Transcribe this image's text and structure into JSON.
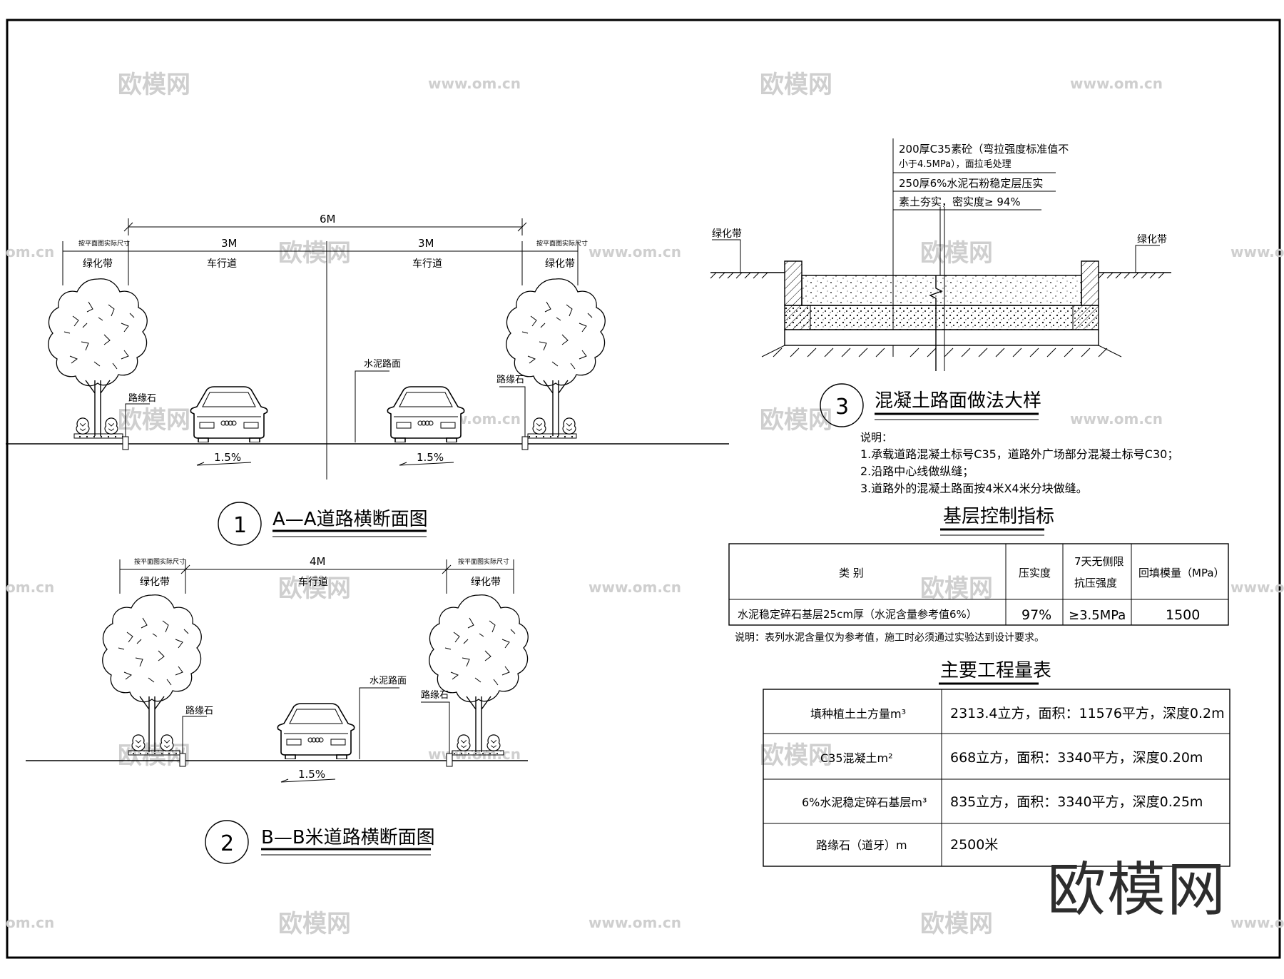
{
  "watermark": {
    "brand": "欧模网",
    "url": "www.om.cn",
    "tld": "om.cn"
  },
  "section1": {
    "number": "1",
    "title": "A—A道路横断面图",
    "total_width": "6M",
    "lane_width_left": "3M",
    "lane_width_right": "3M",
    "lane_label_left": "车行道",
    "lane_label_right": "车行道",
    "green_belt": "绿化带",
    "measure_note": "按平面图实际尺寸",
    "curb": "路缘石",
    "pavement": "水泥路面",
    "slope_left": "1.5%",
    "slope_right": "1.5%"
  },
  "section2": {
    "number": "2",
    "title": "B—B米道路横断面图",
    "total_width": "4M",
    "lane_label": "车行道",
    "green_belt": "绿化带",
    "measure_note": "按平面图实际尺寸",
    "curb": "路缘石",
    "pavement": "水泥路面",
    "slope": "1.5%"
  },
  "section3": {
    "number": "3",
    "title": "混凝土路面做法大样",
    "layers": [
      "200厚C35素砼（弯拉强度标准值不",
      "小于4.5MPa），面拉毛处理",
      "250厚6%水泥石粉稳定层压实",
      "素土夯实，密实度≥ 94%"
    ],
    "green_left": "绿化带",
    "green_right": "绿化带"
  },
  "notes": {
    "heading": "说明：",
    "items": [
      "1.承载道路混凝土标号C35，道路外广场部分混凝土标号C30；",
      "2.沿路中心线做纵缝；",
      "3.道路外的混凝土路面按4米X4米分块做缝。"
    ]
  },
  "base_table": {
    "title": "基层控制指标",
    "headers": [
      "类    别",
      "压实度",
      "7天无侧限",
      "抗压强度",
      "回填模量（MPa）"
    ],
    "row": [
      "水泥稳定碎石基层25cm厚（水泥含量参考值6%）",
      "97%",
      "≥3.5MPa",
      "1500"
    ],
    "note": "说明：表列水泥含量仅为参考值，施工时必须通过实验达到设计要求。"
  },
  "quantity_table": {
    "title": "主要工程量表",
    "rows": [
      {
        "item": "填种植土土方量m³",
        "value": "2313.4立方，面积：11576平方，深度0.2m"
      },
      {
        "item": "C35混凝土m²",
        "value": "668立方，面积：3340平方，深度0.20m"
      },
      {
        "item": "6%水泥稳定碎石基层m³",
        "value": "835立方，面积：3340平方，深度0.25m"
      },
      {
        "item": "路缘石（道牙）m",
        "value": "2500米"
      }
    ]
  }
}
